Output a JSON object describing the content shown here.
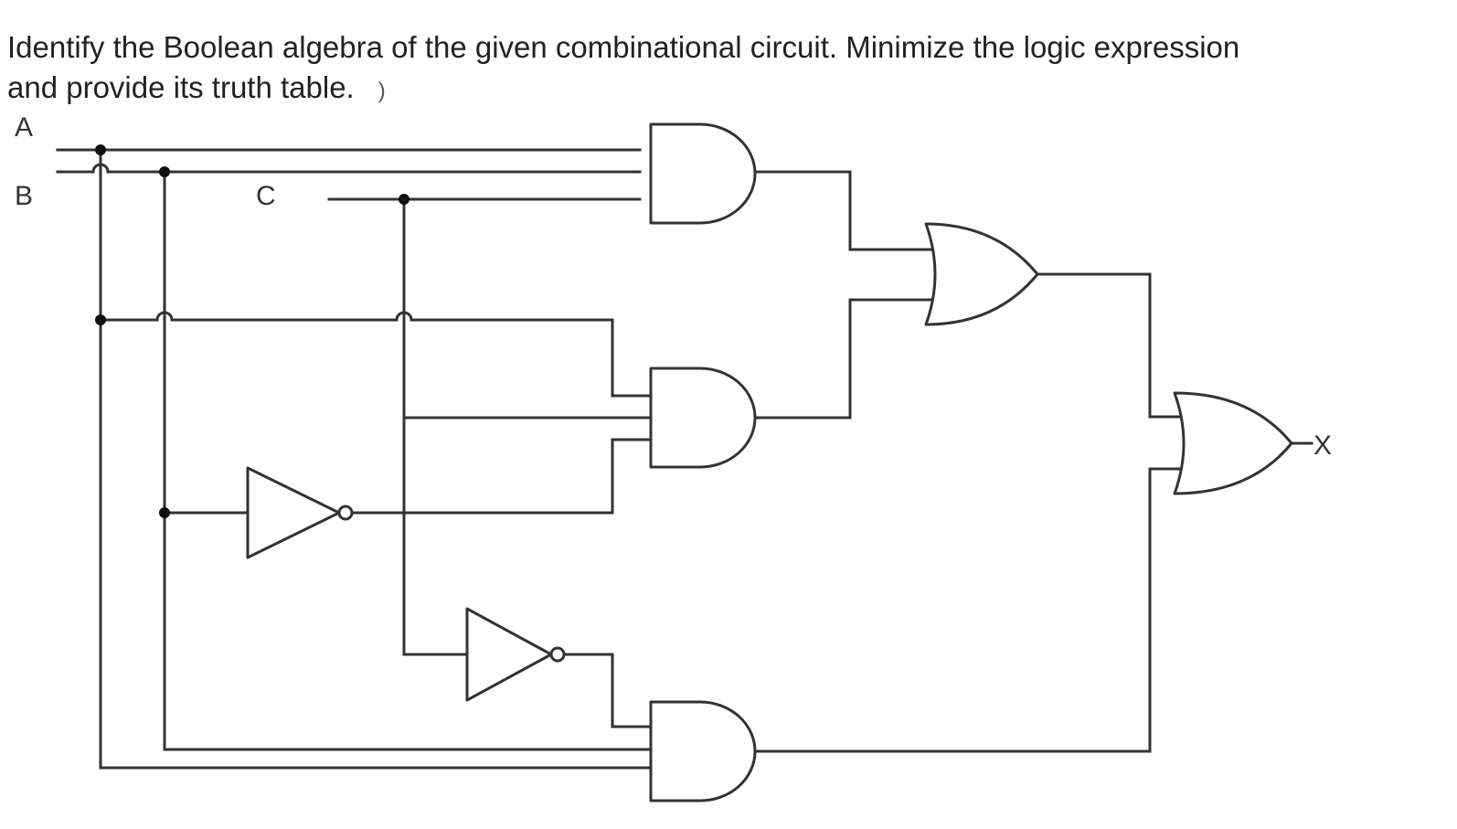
{
  "question": {
    "line1": "Identify the Boolean algebra of the given combinational circuit. Minimize the logic expression",
    "line2": "and provide its truth table.",
    "artifact": ")"
  },
  "diagram": {
    "inputs": [
      "A",
      "B",
      "C"
    ],
    "output": "X",
    "gates": [
      {
        "name": "and-gate-1",
        "type": "AND",
        "inputs": [
          "A",
          "B",
          "C"
        ]
      },
      {
        "name": "and-gate-2",
        "type": "AND",
        "inputs": [
          "A",
          "C",
          "NOT B"
        ]
      },
      {
        "name": "and-gate-3",
        "type": "AND",
        "inputs": [
          "NOT C",
          "B",
          "A"
        ]
      },
      {
        "name": "not-gate-b",
        "type": "NOT",
        "inputs": [
          "B"
        ]
      },
      {
        "name": "not-gate-c",
        "type": "NOT",
        "inputs": [
          "C"
        ]
      },
      {
        "name": "or-gate-1",
        "type": "OR",
        "inputs": [
          "and-gate-1",
          "and-gate-2"
        ]
      },
      {
        "name": "or-gate-2",
        "type": "OR",
        "inputs": [
          "or-gate-1",
          "and-gate-3"
        ]
      }
    ]
  }
}
